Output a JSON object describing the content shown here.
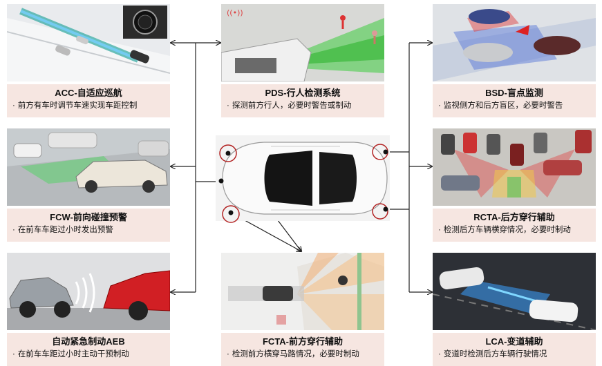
{
  "features": {
    "acc": {
      "title": "ACC-自适应巡航",
      "desc": "前方有车时调节车速实现车距控制"
    },
    "pds": {
      "title": "PDS-行人检测系统",
      "desc": "探测前方行人，必要时警告或制动"
    },
    "bsd": {
      "title": "BSD-盲点监测",
      "desc": "监视侧方和后方盲区，必要时警告"
    },
    "fcw": {
      "title": "FCW-前向碰撞预警",
      "desc": "在前车车距过小时发出预警"
    },
    "rcta": {
      "title": "RCTA-后方穿行辅助",
      "desc": "检测后方车辆横穿情况，必要时制动"
    },
    "aeb": {
      "title": "自动紧急制动AEB",
      "desc": "在前车车距过小时主动干预制动"
    },
    "fcta": {
      "title": "FCTA-前方穿行辅助",
      "desc": "检测前方横穿马路情况，必要时制动"
    },
    "lca": {
      "title": "LCA-变道辅助",
      "desc": "变道时检测后方车辆行驶情况"
    }
  },
  "bullet": "·",
  "icons": [
    "sensor-circle-icon",
    "arrow-icon",
    "car-icon",
    "pedestrian-icon"
  ],
  "colors": {
    "caption_bg": "#f6e6e1",
    "sensor_ring": "#b22222",
    "connector": "#222222"
  }
}
